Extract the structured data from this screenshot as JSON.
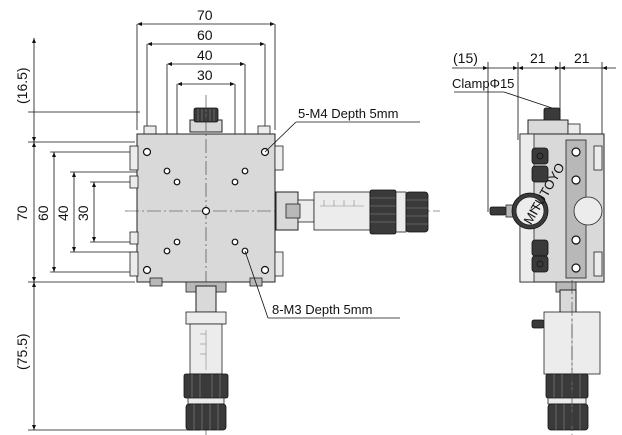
{
  "front_view": {
    "width_dims": [
      "70",
      "60",
      "40",
      "30"
    ],
    "height_dims": [
      "70",
      "60",
      "40",
      "30"
    ],
    "top_offset_dim": "(16.5)",
    "bottom_offset_dim": "(75.5)",
    "label_m4": "5-M4 Depth 5mm",
    "label_m3": "8-M3 Depth 5mm"
  },
  "side_view": {
    "dims": [
      "(15)",
      "21",
      "21"
    ],
    "label_clamp": "ClampΦ15",
    "gauge_brand": "MITUTOYO"
  }
}
